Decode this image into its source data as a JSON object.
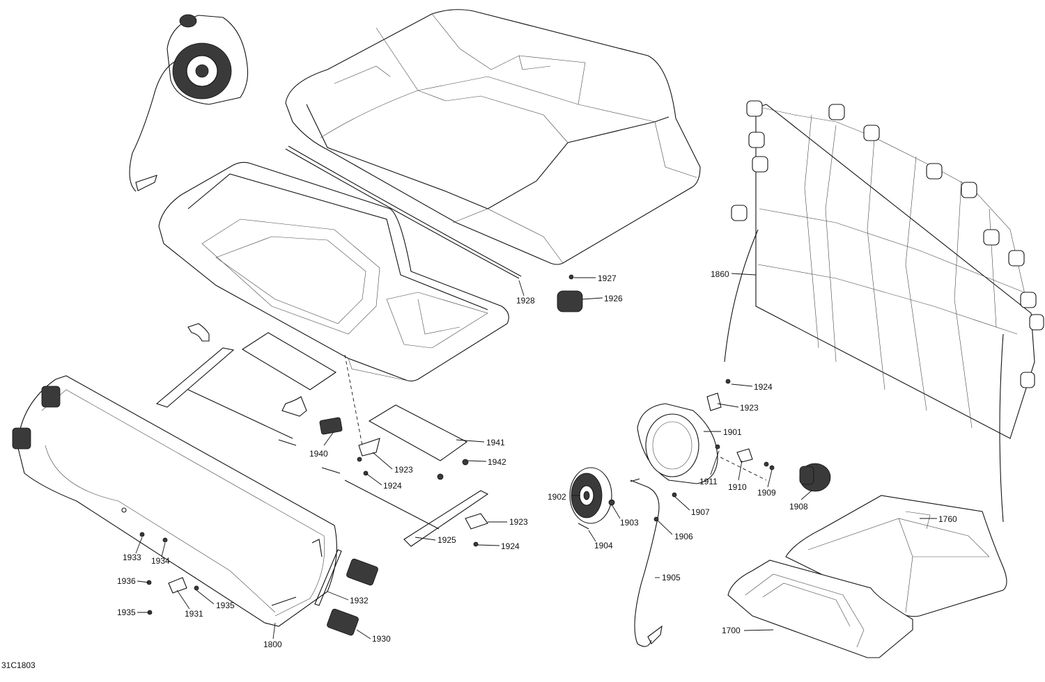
{
  "diagram": {
    "code": "31C1803",
    "callouts": [
      "1927",
      "1926",
      "1928",
      "1860",
      "1924",
      "1923",
      "1901",
      "1941",
      "1942",
      "1940",
      "1923",
      "1924",
      "1902",
      "1911",
      "1910",
      "1909",
      "1908",
      "1923",
      "1903",
      "1907",
      "1906",
      "1904",
      "1924",
      "1925",
      "1760",
      "1933",
      "1934",
      "1936",
      "1935",
      "1931",
      "1935",
      "1932",
      "1905",
      "1800",
      "1930",
      "1700"
    ]
  }
}
